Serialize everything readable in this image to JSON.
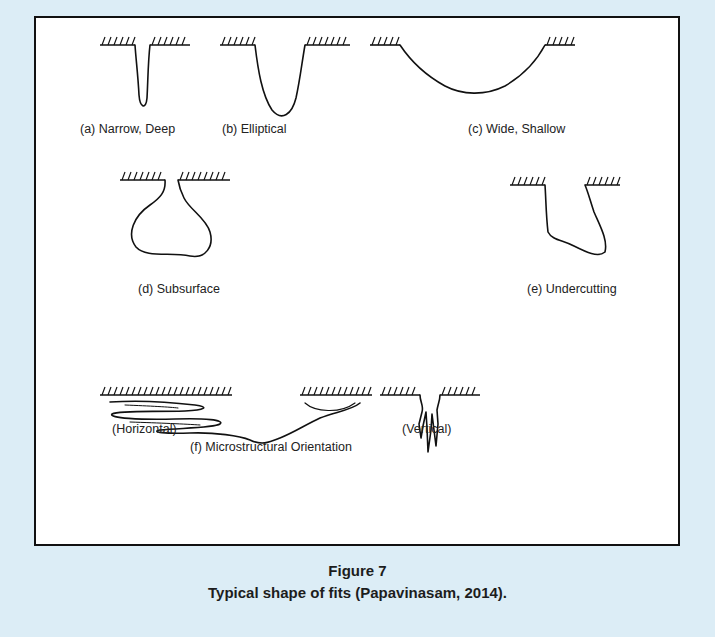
{
  "diagram": {
    "title": "Figure 7",
    "caption": "Typical shape of fits (Papavinasam, 2014).",
    "labels": [
      "(a) Narrow, Deep",
      "(b) Elliptical",
      "(c) Wide, Shallow",
      "(d) Subsurface",
      "(e) Undercutting",
      "(Horizontal)",
      "(Vertical)",
      "(f) Microstructural Orientation"
    ]
  }
}
